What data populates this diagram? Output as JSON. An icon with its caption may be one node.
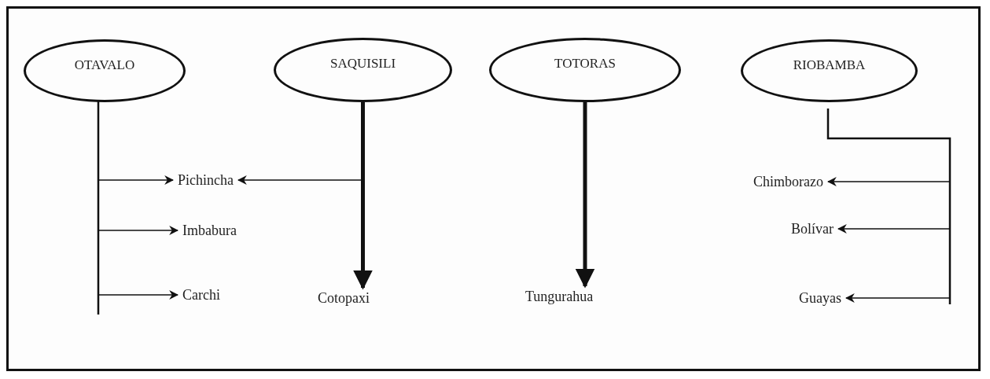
{
  "diagram": {
    "nodes": [
      {
        "text": [
          "OTAVALO"
        ]
      },
      {
        "text": [
          "SAQUISILI"
        ]
      },
      {
        "text": [
          "TOTORAS"
        ]
      },
      {
        "text": [
          "RIOBAMBA"
        ]
      },
      {
        "text": [
          "Pichincha"
        ]
      },
      {
        "text": [
          "Imbabura"
        ]
      },
      {
        "text": [
          "Carchi"
        ]
      },
      {
        "text": [
          "Cotopaxi"
        ]
      },
      {
        "text": [
          "Tungurahua"
        ]
      },
      {
        "text": [
          "Chimborazo"
        ]
      },
      {
        "text": [
          "Bolívar"
        ]
      },
      {
        "text": [
          "Guayas"
        ]
      }
    ],
    "edges": [
      {
        "from": 0,
        "to": 4,
        "arrow": "to"
      },
      {
        "from": 0,
        "to": 5,
        "arrow": "to"
      },
      {
        "from": 0,
        "to": 6,
        "arrow": "to"
      },
      {
        "from": 1,
        "to": 4,
        "arrow": "to"
      },
      {
        "from": 1,
        "to": 7,
        "arrow": "to",
        "style": "thick"
      },
      {
        "from": 2,
        "to": 8,
        "arrow": "to",
        "style": "thick"
      },
      {
        "from": 3,
        "to": 9,
        "arrow": "to"
      },
      {
        "from": 3,
        "to": 10,
        "arrow": "to"
      },
      {
        "from": 3,
        "to": 11,
        "arrow": "to"
      }
    ]
  }
}
